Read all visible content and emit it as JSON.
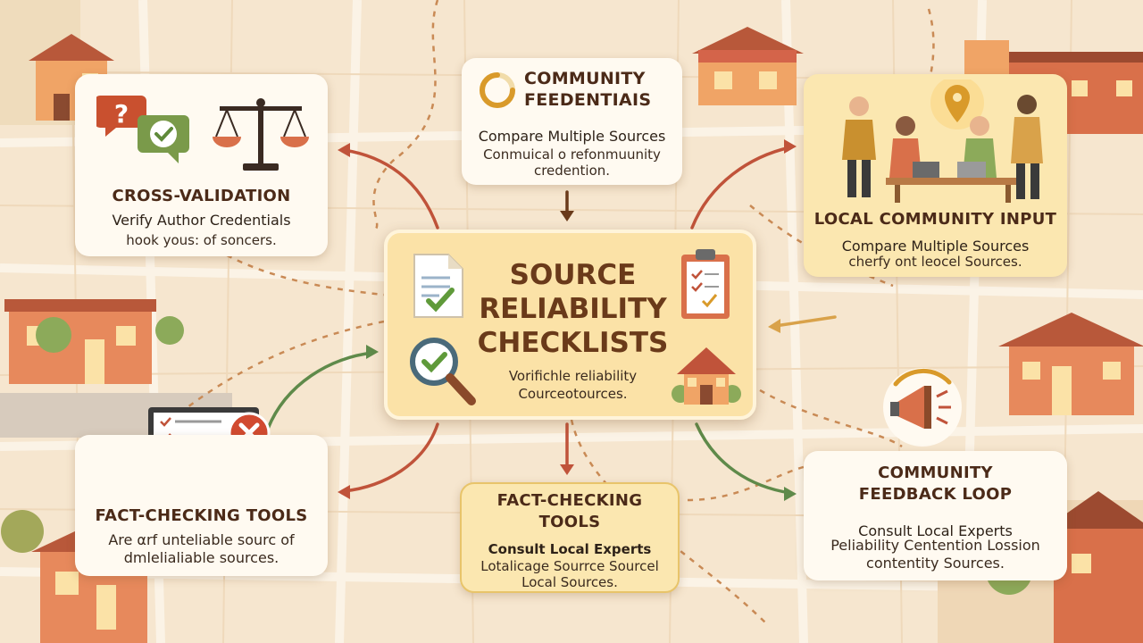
{
  "center": {
    "title_lines": [
      "SOURCE",
      "RELIABILITY",
      "CHECKLISTS"
    ],
    "body_lines": [
      "Vorifichle reliability",
      "Courceotources."
    ]
  },
  "cards": {
    "cross_validation": {
      "title": "CROSS-VALIDATION",
      "subtitle": "Verify Author Credentials",
      "body_lines": [
        "hook yous: of soncers."
      ]
    },
    "community_credentials": {
      "title_lines": [
        "COMMUNITY",
        "FEEDENTIAIS"
      ],
      "subtitle": "Compare Multiple Sources",
      "body_lines": [
        "Conmuical o refonmuunity",
        "credention."
      ]
    },
    "local_community_input": {
      "title": "LOCAL COMMUNITY INPUT",
      "subtitle": "Compare Multiple Sources",
      "body_lines": [
        "cherfy ont leocel Sources."
      ]
    },
    "fact_checking_left": {
      "title": "FACT-CHECKING TOOLS",
      "body_lines": [
        "Are αrf unteliable sourc of",
        "dmlelialiable sources."
      ]
    },
    "fact_checking_center": {
      "title_lines": [
        "FACT-CHECKING",
        "TOOLS"
      ],
      "subtitle": "Consult Local Experts",
      "body_lines": [
        "Lotalicage Sourrce Sourcel",
        "Local Sources."
      ]
    },
    "community_feedback": {
      "title_lines": [
        "COMMUNITY",
        "FEEDBACK LOOP"
      ],
      "subtitle": "Consult Local Experts",
      "body_lines": [
        "Peliability Centention Lossion",
        "contentity Sources."
      ]
    }
  },
  "colors": {
    "background": "#f6e6cf",
    "card": "#fffaf1",
    "highlight_card": "#fbe7b0",
    "title_brown": "#4b2a18",
    "arrow_red": "#c0533a",
    "arrow_green": "#5f8a4a",
    "arrow_gold": "#d9a24a"
  },
  "icons": [
    "question-bubble-icon",
    "check-bubble-icon",
    "scales-icon",
    "progress-ring-icon",
    "document-check-icon",
    "magnifier-check-icon",
    "clipboard-check-icon",
    "house-icon",
    "laptop-checklist-icon",
    "x-circle-icon",
    "megaphone-icon",
    "location-pin-icon"
  ]
}
